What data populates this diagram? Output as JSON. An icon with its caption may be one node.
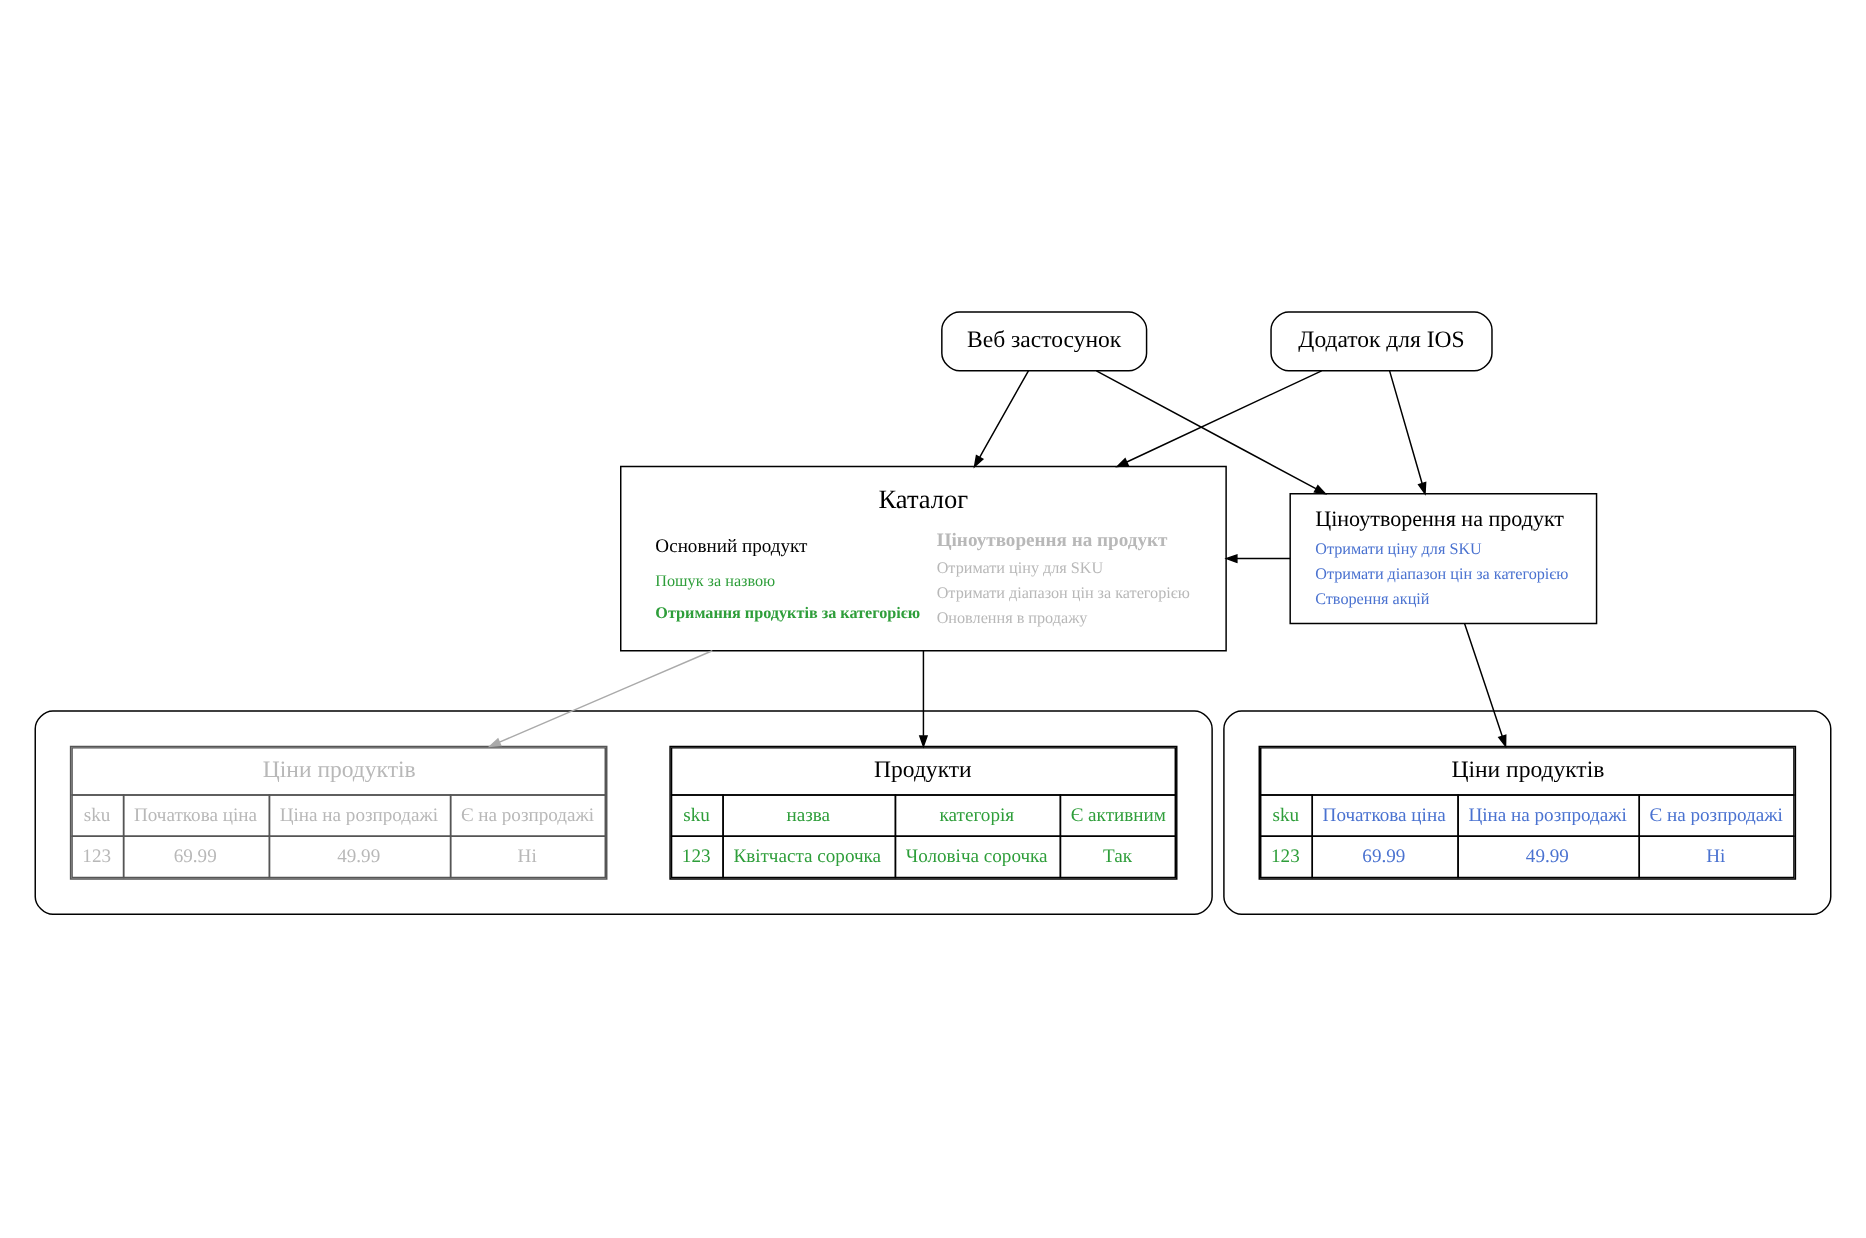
{
  "diagram": {
    "nodes": [
      {
        "text": [
          "Веб застосунок"
        ]
      },
      {
        "text": [
          "Додаток для IOS"
        ]
      },
      {
        "text": [
          "Каталог",
          "Основний продукт",
          "Пошук за назвою",
          "Отримання продуктів за категорією",
          "Ціноутворення на продукт",
          "Отримати ціну для SKU",
          "Отримати діапазон цін за категорією",
          "Оновлення в продажу"
        ]
      },
      {
        "text": [
          "Ціноутворення на продукт",
          "Отримати ціну для SKU",
          "Отримати діапазон цін за категорією",
          "Створення акцій"
        ]
      },
      {
        "text": [],
        "shape": "cylinder"
      },
      {
        "text": [
          "Продукти",
          "sku",
          "назва",
          "категорія",
          "Є активним",
          "123",
          "Квітчаста сорочка",
          "Чоловіча сорочка",
          "Так"
        ],
        "in": 4
      },
      {
        "text": [
          "Ціни продуктів",
          "sku",
          "Початкова ціна",
          "Ціна на розпродажі",
          "Є на розпродажі",
          "123",
          "69.99",
          "49.99",
          "Ні"
        ],
        "in": 4
      },
      {
        "text": [],
        "shape": "cylinder"
      },
      {
        "text": [
          "Ціни продуктів",
          "sku",
          "Початкова ціна",
          "Ціна на розпродажі",
          "Є на розпродажі",
          "123",
          "69.99",
          "49.99",
          "Ні"
        ],
        "in": 7
      }
    ],
    "edges": [
      {
        "from": 0,
        "to": 2,
        "arrow": "to"
      },
      {
        "from": 1,
        "to": 2,
        "arrow": "to"
      },
      {
        "from": 0,
        "to": 3,
        "arrow": "to"
      },
      {
        "from": 1,
        "to": 3,
        "arrow": "to"
      },
      {
        "from": 3,
        "to": 2,
        "arrow": "to"
      },
      {
        "from": 2,
        "to": 5,
        "arrow": "to"
      },
      {
        "from": 2,
        "to": 6,
        "arrow": "to",
        "color": "#aaaaaa"
      },
      {
        "from": 3,
        "to": 8,
        "arrow": "to"
      }
    ]
  }
}
